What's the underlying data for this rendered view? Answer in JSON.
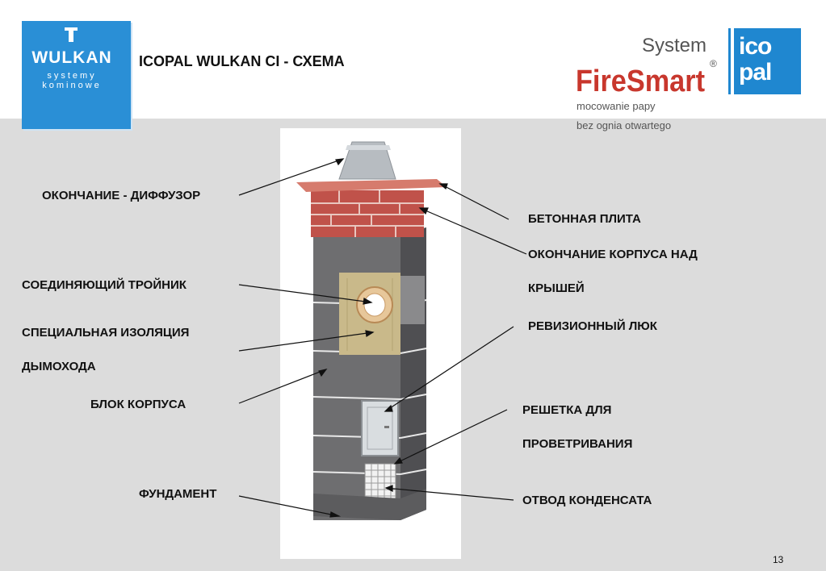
{
  "header": {
    "title": "ICOPAL WULKAN CI - СХЕМА",
    "wulkan_logo": {
      "word": "WULKAN",
      "line1": "systemy",
      "line2": "kominowe"
    },
    "firesmart_logo": {
      "system": "System",
      "brand": "FireSmart",
      "mark": "®"
    },
    "icopal_logo": {
      "line1": "ico",
      "line2": "pal"
    },
    "tagline_line1": "mocowanie papy",
    "tagline_line2": "bez ognia otwartego"
  },
  "labels": {
    "diffuser": "ОКОНЧАНИЕ - ДИФФУЗОР",
    "tee": "СОЕДИНЯЮЩИЙ ТРОЙНИК",
    "insulation_1": "СПЕЦИАЛЬНАЯ ИЗОЛЯЦИЯ",
    "insulation_2": "ДЫМОХОДА",
    "block": "БЛОК КОРПУСА",
    "foundation": "ФУНДАМЕНТ",
    "slab": "БЕТОННАЯ ПЛИТА",
    "cap_1": "ОКОНЧАНИЕ КОРПУСА НАД",
    "cap_2": "КРЫШЕЙ",
    "hatch": "РЕВИЗИОННЫЙ ЛЮК",
    "grate_1": "РЕШЕТКА ДЛЯ",
    "grate_2": "ПРОВЕТРИВАНИЯ",
    "condensate": "ОТВОД КОНДЕНСАТА"
  },
  "page_number": "13",
  "colors": {
    "background": "#dcdcdc",
    "wulkan_blue": "#2a8fd6",
    "icopal_blue": "#1f87d0",
    "fire_red": "#c8372d",
    "brick": "#c0524a",
    "block_grey": "#6e6e70"
  }
}
